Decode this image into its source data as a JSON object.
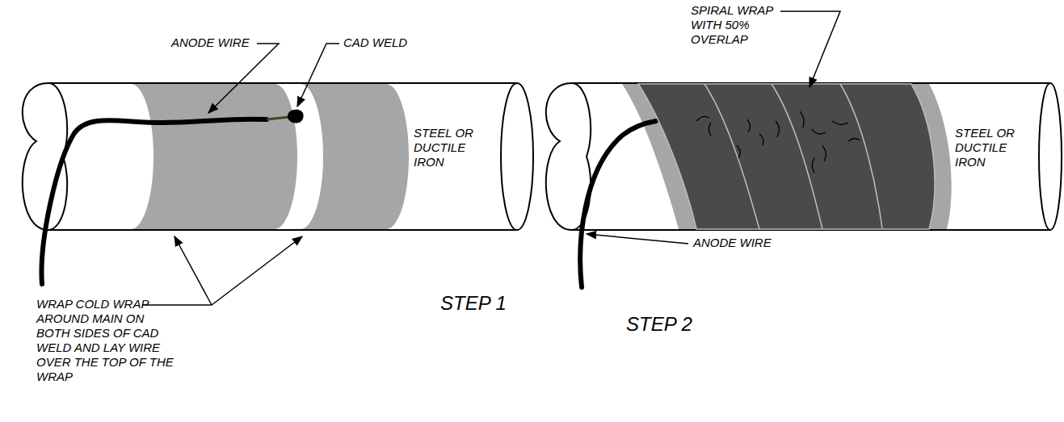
{
  "diagram": {
    "labels": [
      "ANODE WIRE",
      "CAD WELD",
      "STEEL OR DUCTILE IRON",
      "WRAP COLD WRAP AROUND MAIN ON BOTH SIDES OF CAD WELD AND LAY WIRE OVER THE TOP OF THE WRAP",
      "STEP 1",
      "SPIRAL WRAP WITH 50% OVERLAP",
      "STEEL OR DUCTILE IRON",
      "ANODE WIRE",
      "STEP 2"
    ]
  }
}
